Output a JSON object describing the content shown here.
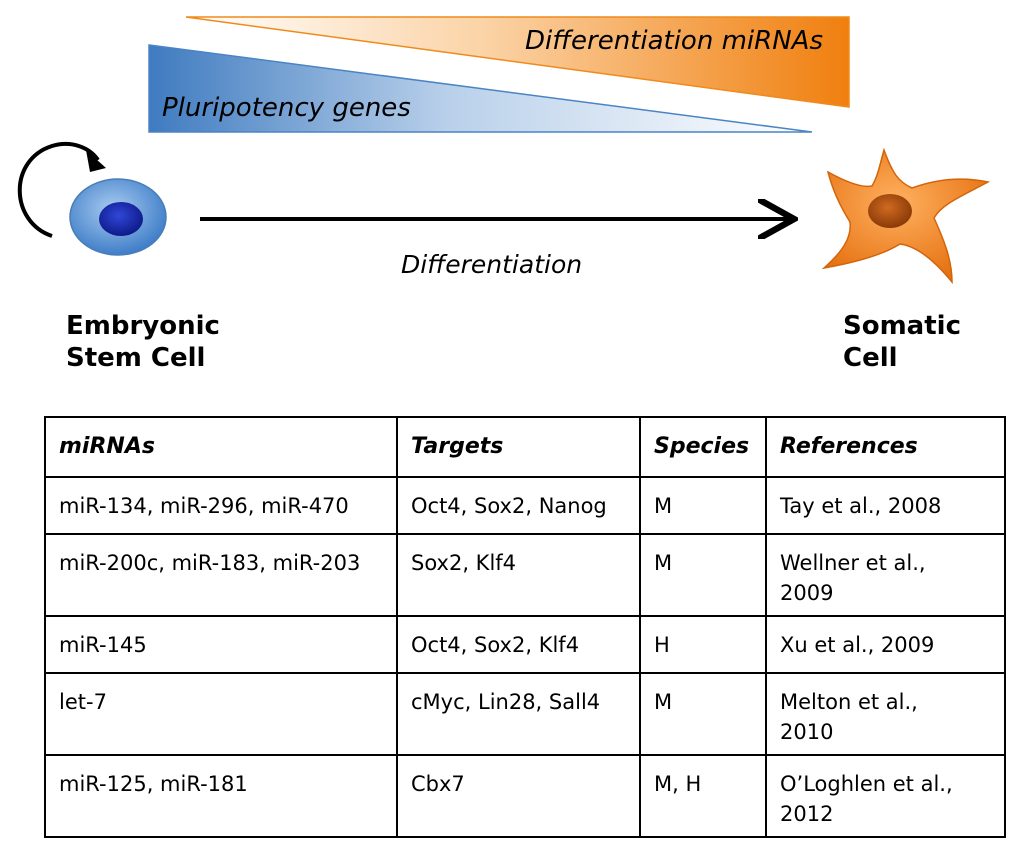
{
  "diagram": {
    "triangle_top_label": "Differentiation miRNAs",
    "triangle_bottom_label": "Pluripotency genes",
    "arrow_label": "Differentiation",
    "left_cell_label": [
      "Embryonic",
      "Stem Cell"
    ],
    "right_cell_label": [
      "Somatic",
      "Cell"
    ],
    "colors": {
      "orange": "#F08A1A",
      "blue": "#4A84C4",
      "stem_outer": "#6FA8DC",
      "stem_nucleus": "#1A2DAA",
      "somatic_body": "#F07F1A",
      "somatic_nucleus": "#A0480E"
    }
  },
  "table": {
    "headers": [
      "miRNAs",
      "Targets",
      "Species",
      "References"
    ],
    "rows": [
      {
        "mirnas": "miR-134, miR-296, miR-470",
        "targets": "Oct4, Sox2, Nanog",
        "species": "M",
        "references": [
          "Tay et al., 2008"
        ]
      },
      {
        "mirnas": "miR-200c, miR-183, miR-203",
        "targets": "Sox2, Klf4",
        "species": "M",
        "references": [
          "Wellner et al.,",
          "2009"
        ]
      },
      {
        "mirnas": "miR-145",
        "targets": "Oct4, Sox2, Klf4",
        "species": "H",
        "references": [
          "Xu et al., 2009"
        ]
      },
      {
        "mirnas": "let-7",
        "targets": "cMyc, Lin28, Sall4",
        "species": "M",
        "references": [
          "Melton et al.,",
          "2010"
        ]
      },
      {
        "mirnas": "miR-125, miR-181",
        "targets": "Cbx7",
        "species": "M, H",
        "references": [
          "O’Loghlen et al.,",
          "2012"
        ]
      }
    ]
  }
}
